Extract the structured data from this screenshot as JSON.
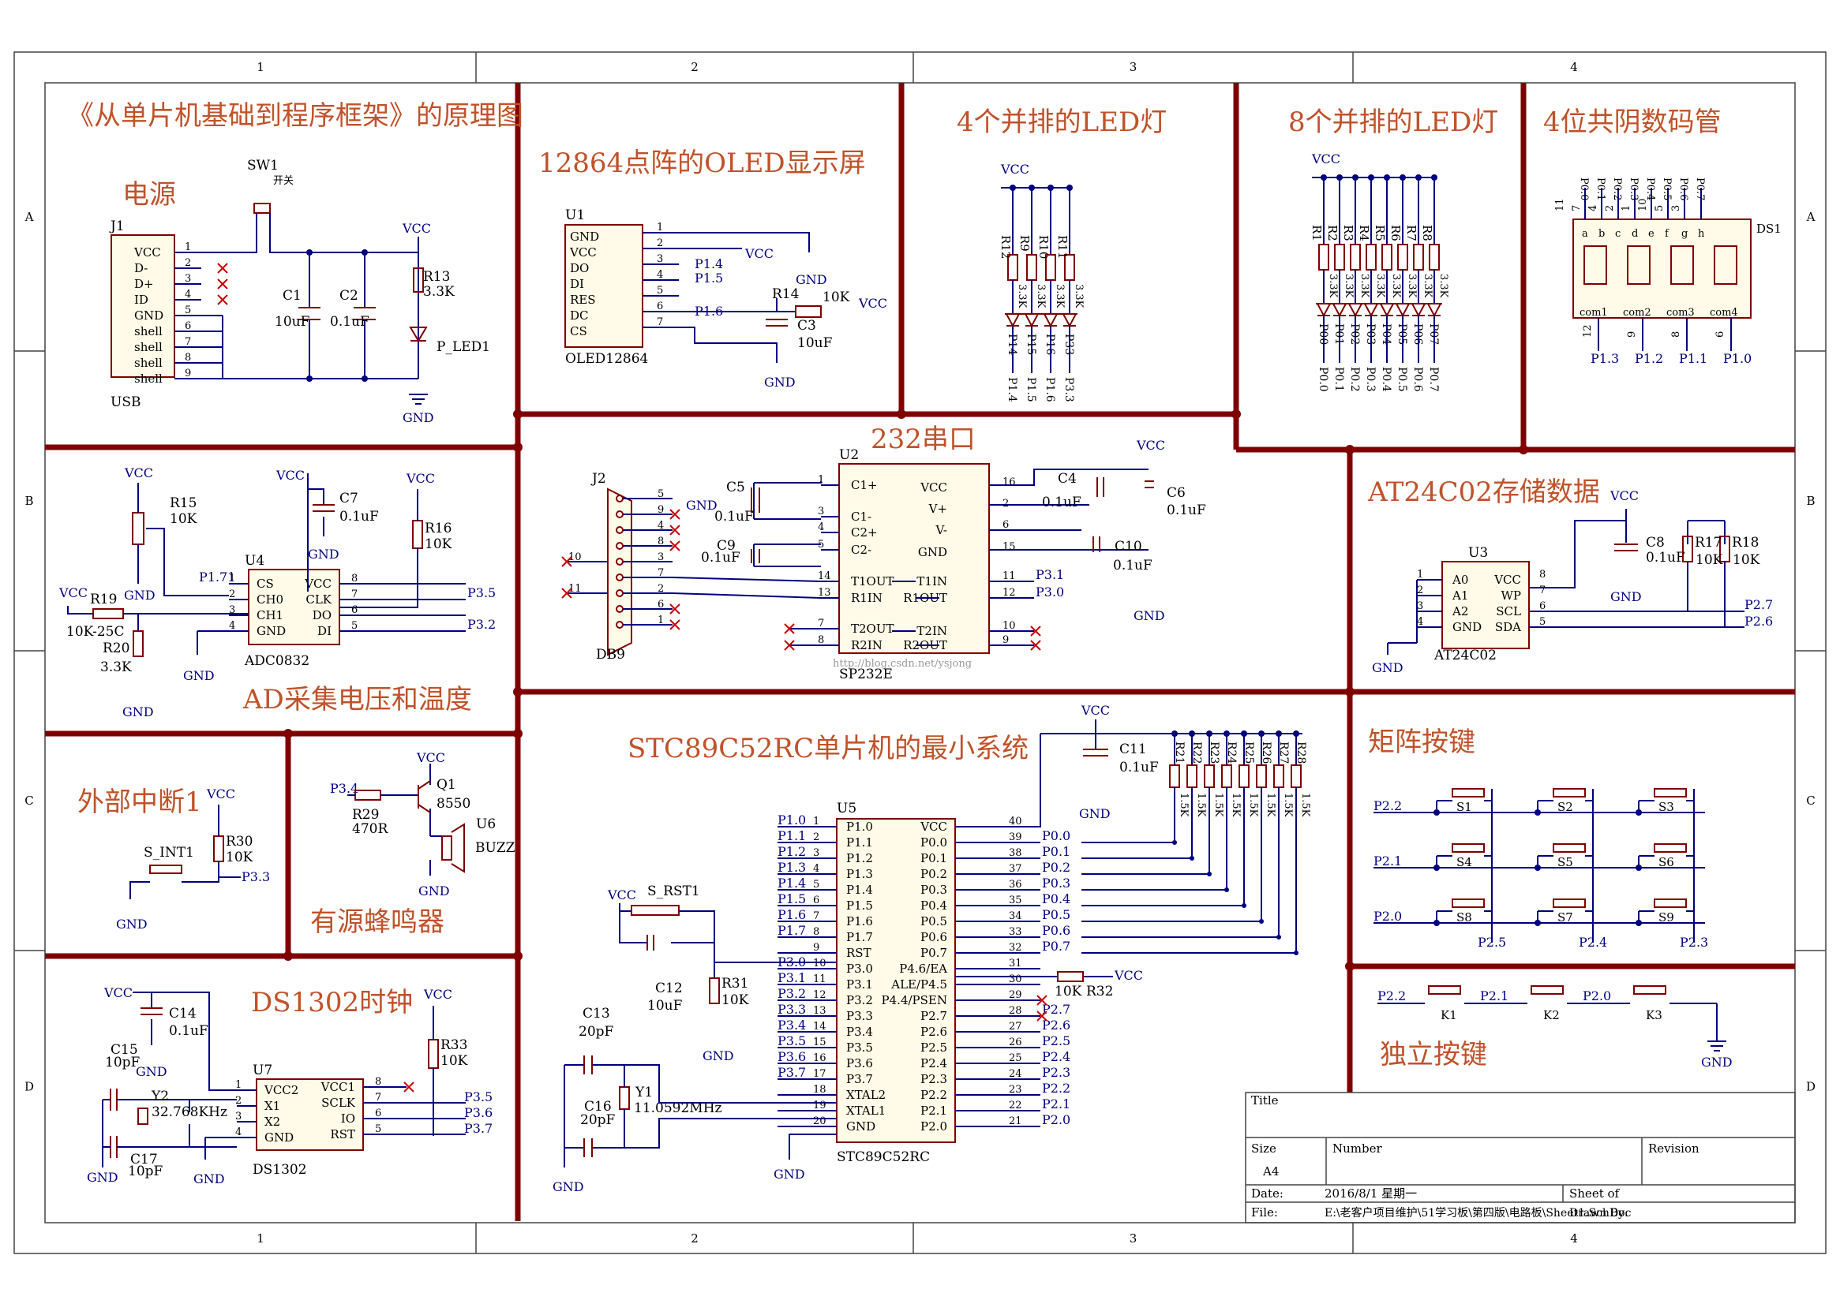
{
  "main_title": "《从单片机基础到程序框架》的原理图",
  "sections": {
    "power": "电源",
    "oled": "12864点阵的OLED显示屏",
    "led4": "4个并排的LED灯",
    "led8": "8个并排的LED灯",
    "seg": "4位共阴数码管",
    "uart": "232串口",
    "adc": "AD采集电压和温度",
    "eeprom": "AT24C02存储数据",
    "mcu": "STC89C52RC单片机的最小系统",
    "matrix": "矩阵按键",
    "extint": "外部中断1",
    "buzzer": "有源蜂鸣器",
    "rtc": "DS1302时钟",
    "keys": "独立按键"
  },
  "frame": {
    "cols": [
      "1",
      "2",
      "3",
      "4"
    ],
    "rows": [
      "A",
      "B",
      "C",
      "D"
    ]
  },
  "power": {
    "sw": "SW1",
    "sw_text": "开关",
    "j1": "J1",
    "pins": [
      "VCC",
      "D-",
      "D+",
      "ID",
      "GND",
      "shell",
      "shell",
      "shell",
      "shell"
    ],
    "nums": [
      "1",
      "2",
      "3",
      "4",
      "5",
      "6",
      "7",
      "8",
      "9"
    ],
    "usb": "USB",
    "c1": "C1",
    "c1v": "10uF",
    "c2": "C2",
    "c2v": "0.1uF",
    "r13": "R13",
    "r13v": "3.3K",
    "led": "P_LED1",
    "vcc": "VCC",
    "gnd": "GND"
  },
  "oled": {
    "u1": "U1",
    "name": "OLED12864",
    "pins": [
      "GND",
      "VCC",
      "DO",
      "DI",
      "RES",
      "DC",
      "CS"
    ],
    "nums": [
      "1",
      "2",
      "3",
      "4",
      "5",
      "6",
      "7"
    ],
    "nets": [
      "P1.4",
      "P1.5",
      "P1.6"
    ],
    "r14": "R14",
    "r14v": "10K",
    "c3": "C3",
    "c3v": "10uF",
    "vcc": "VCC",
    "gnd": "GND"
  },
  "led4": {
    "vcc": "VCC",
    "rs": [
      "R12",
      "R9",
      "R10",
      "R11"
    ],
    "rv": "3.3K",
    "leds": [
      "P14",
      "P15",
      "P16",
      "P33"
    ],
    "nets": [
      "P1.4",
      "P1.5",
      "P1.6",
      "P3.3"
    ]
  },
  "led8": {
    "vcc": "VCC",
    "rs": [
      "R1",
      "R2",
      "R3",
      "R4",
      "R5",
      "R6",
      "R7",
      "R8"
    ],
    "rv": "3.3K",
    "leds": [
      "P00",
      "P01",
      "P02",
      "P03",
      "P04",
      "P05",
      "P06",
      "P07"
    ],
    "nets": [
      "P0.0",
      "P0.1",
      "P0.2",
      "P0.3",
      "P0.4",
      "P0.5",
      "P0.6",
      "P0.7"
    ]
  },
  "seg": {
    "ds": "DS1",
    "top": [
      "P0.0",
      "P0.1",
      "P0.2",
      "P0.3",
      "P0.4",
      "P0.5",
      "P0.6",
      "P0.7"
    ],
    "topnums": [
      "11",
      "7",
      "4",
      "2",
      "1",
      "10",
      "5",
      "3"
    ],
    "segs": [
      "a",
      "b",
      "c",
      "d",
      "e",
      "f",
      "g",
      "h"
    ],
    "coms": [
      "com1",
      "com2",
      "com3",
      "com4"
    ],
    "bnums": [
      "12",
      "9",
      "8",
      "6"
    ],
    "bnets": [
      "P1.3",
      "P1.2",
      "P1.1",
      "P1.0"
    ]
  },
  "uart": {
    "u2": "U2",
    "name": "SP232E",
    "j2": "J2",
    "db9": "DB9",
    "left": [
      "C1+",
      "C1-",
      "C2+",
      "C2-",
      "T1OUT",
      "R1IN",
      "T2OUT",
      "R2IN"
    ],
    "lnums": [
      "1",
      "3",
      "4",
      "5",
      "14",
      "13",
      "7",
      "8"
    ],
    "right": [
      "VCC",
      "V+",
      "V-",
      "GND",
      "T1IN",
      "R1OUT",
      "T2IN",
      "R2OUT"
    ],
    "rnums": [
      "16",
      "2",
      "6",
      "15",
      "11",
      "12",
      "10",
      "9"
    ],
    "c5": "C5",
    "c5v": "0.1uF",
    "c9": "C9",
    "c9v": "0.1uF",
    "c4": "C4",
    "c4v": "0.1uF",
    "c6": "C6",
    "c6v": "0.1uF",
    "c10": "C10",
    "c10v": "0.1uF",
    "nets": [
      "P3.1",
      "P3.0"
    ],
    "dbnums": [
      "5",
      "9",
      "4",
      "8",
      "3",
      "7",
      "2",
      "6",
      "1",
      "10",
      "11"
    ],
    "vcc": "VCC",
    "gnd": "GND",
    "watermark": "http://blog.csdn.net/ysjong"
  },
  "adc": {
    "u4": "U4",
    "name": "ADC0832",
    "left": [
      "CS",
      "CH0",
      "CH1",
      "GND"
    ],
    "lnums": [
      "1",
      "2",
      "3",
      "4"
    ],
    "right": [
      "VCC",
      "CLK",
      "DO",
      "DI"
    ],
    "rnums": [
      "8",
      "7",
      "6",
      "5"
    ],
    "r15": "R15",
    "r15v": "10K",
    "r16": "R16",
    "r16v": "10K",
    "r19": "R19",
    "r19v": "10K-25C",
    "r20": "R20",
    "r20v": "3.3K",
    "c7": "C7",
    "c7v": "0.1uF",
    "nets": [
      "P1.71",
      "P3.5",
      "P3.2"
    ],
    "vcc": "VCC",
    "gnd": "GND"
  },
  "eeprom": {
    "u3": "U3",
    "name": "AT24C02",
    "left": [
      "A0",
      "A1",
      "A2",
      "GND"
    ],
    "lnums": [
      "1",
      "2",
      "3",
      "4"
    ],
    "right": [
      "VCC",
      "WP",
      "SCL",
      "SDA"
    ],
    "rnums": [
      "8",
      "7",
      "6",
      "5"
    ],
    "c8": "C8",
    "c8v": "0.1uF",
    "r17": "R17",
    "r17v": "10K",
    "r18": "R18",
    "r18v": "10K",
    "nets": [
      "P2.7",
      "P2.6"
    ],
    "vcc": "VCC",
    "gnd": "GND"
  },
  "extint": {
    "sw": "S_INT1",
    "r30": "R30",
    "r30v": "10K",
    "net": "P3.3",
    "vcc": "VCC",
    "gnd": "GND"
  },
  "buzzer": {
    "net": "P3.4",
    "r29": "R29",
    "r29v": "470R",
    "q1": "Q1",
    "q1v": "8550",
    "u6": "U6",
    "buzz": "BUZZ",
    "vcc": "VCC",
    "gnd": "GND"
  },
  "rtc": {
    "u7": "U7",
    "name": "DS1302",
    "left": [
      "VCC2",
      "X1",
      "X2",
      "GND"
    ],
    "lnums": [
      "1",
      "2",
      "3",
      "4"
    ],
    "right": [
      "VCC1",
      "SCLK",
      "IO",
      "RST"
    ],
    "rnums": [
      "8",
      "7",
      "6",
      "5"
    ],
    "c14": "C14",
    "c14v": "0.1uF",
    "c15": "C15",
    "c15v": "10pF",
    "c17": "C17",
    "c17v": "10pF",
    "y2": "Y2",
    "y2v": "32.768KHz",
    "r33": "R33",
    "r33v": "10K",
    "nets": [
      "P3.5",
      "P3.6",
      "P3.7"
    ],
    "vcc": "VCC",
    "gnd": "GND"
  },
  "mcu": {
    "u5": "U5",
    "name": "STC89C52RC",
    "left": [
      "P1.0",
      "P1.1",
      "P1.2",
      "P1.3",
      "P1.4",
      "P1.5",
      "P1.6",
      "P1.7",
      "RST",
      "P3.0",
      "P3.1",
      "P3.2",
      "P3.3",
      "P3.4",
      "P3.5",
      "P3.6",
      "P3.7",
      "XTAL2",
      "XTAL1",
      "GND"
    ],
    "lnums": [
      "1",
      "2",
      "3",
      "4",
      "5",
      "6",
      "7",
      "8",
      "9",
      "10",
      "11",
      "12",
      "13",
      "14",
      "15",
      "16",
      "17",
      "18",
      "19",
      "20"
    ],
    "lnets": [
      "P1.0",
      "P1.1",
      "P1.2",
      "P1.3",
      "P1.4",
      "P1.5",
      "P1.6",
      "P1.7",
      "",
      "P3.0",
      "P3.1",
      "P3.2",
      "P3.3",
      "P3.4",
      "P3.5",
      "P3.6",
      "P3.7",
      "",
      "",
      ""
    ],
    "right": [
      "VCC",
      "P0.0",
      "P0.1",
      "P0.2",
      "P0.3",
      "P0.4",
      "P0.5",
      "P0.6",
      "P0.7",
      "P4.6/EA",
      "ALE/P4.5",
      "P4.4/PSEN",
      "P2.7",
      "P2.6",
      "P2.5",
      "P2.4",
      "P2.3",
      "P2.2",
      "P2.1",
      "P2.0"
    ],
    "rnums": [
      "40",
      "39",
      "38",
      "37",
      "36",
      "35",
      "34",
      "33",
      "32",
      "31",
      "30",
      "29",
      "28",
      "27",
      "26",
      "25",
      "24",
      "23",
      "22",
      "21"
    ],
    "rnets": [
      "",
      "P0.0",
      "P0.1",
      "P0.2",
      "P0.3",
      "P0.4",
      "P0.5",
      "P0.6",
      "P0.7",
      "",
      "",
      "",
      "P2.7",
      "P2.6",
      "P2.5",
      "P2.4",
      "P2.3",
      "P2.2",
      "P2.1",
      "P2.0"
    ],
    "c11": "C11",
    "c11v": "0.1uF",
    "rpack": [
      "R21",
      "R22",
      "R23",
      "R24",
      "R25",
      "R26",
      "R27",
      "R28"
    ],
    "rpv": "1.5K",
    "srst": "S_RST1",
    "c12": "C12",
    "c12v": "10uF",
    "r31": "R31",
    "r31v": "10K",
    "c13": "C13",
    "c13v": "20pF",
    "c16": "C16",
    "c16v": "20pF",
    "y1": "Y1",
    "y1v": "11.0592MHz",
    "r32": "R32",
    "r32v": "10K",
    "vcc": "VCC",
    "gnd": "GND"
  },
  "matrix": {
    "switches": [
      "S1",
      "S2",
      "S3",
      "S4",
      "S5",
      "S6",
      "S8",
      "S7",
      "S9"
    ],
    "rows": [
      "P2.2",
      "P2.1",
      "P2.0"
    ],
    "cols": [
      "P2.5",
      "P2.4",
      "P2.3"
    ]
  },
  "keys": {
    "k": [
      "K1",
      "K2",
      "K3"
    ],
    "nets": [
      "P2.2",
      "P2.1",
      "P2.0"
    ],
    "gnd": "GND"
  },
  "title_block": {
    "title": "Title",
    "size": "Size",
    "size_v": "A4",
    "number": "Number",
    "revision": "Revision",
    "date": "Date:",
    "date_v": "2016/8/1 星期一",
    "sheet": "Sheet   of",
    "file": "File:",
    "file_v": "E:\\老客户项目维护\\51学习板\\第四版\\电路板\\Sheet1.SchDoc",
    "drawn": "Drawn By:"
  }
}
